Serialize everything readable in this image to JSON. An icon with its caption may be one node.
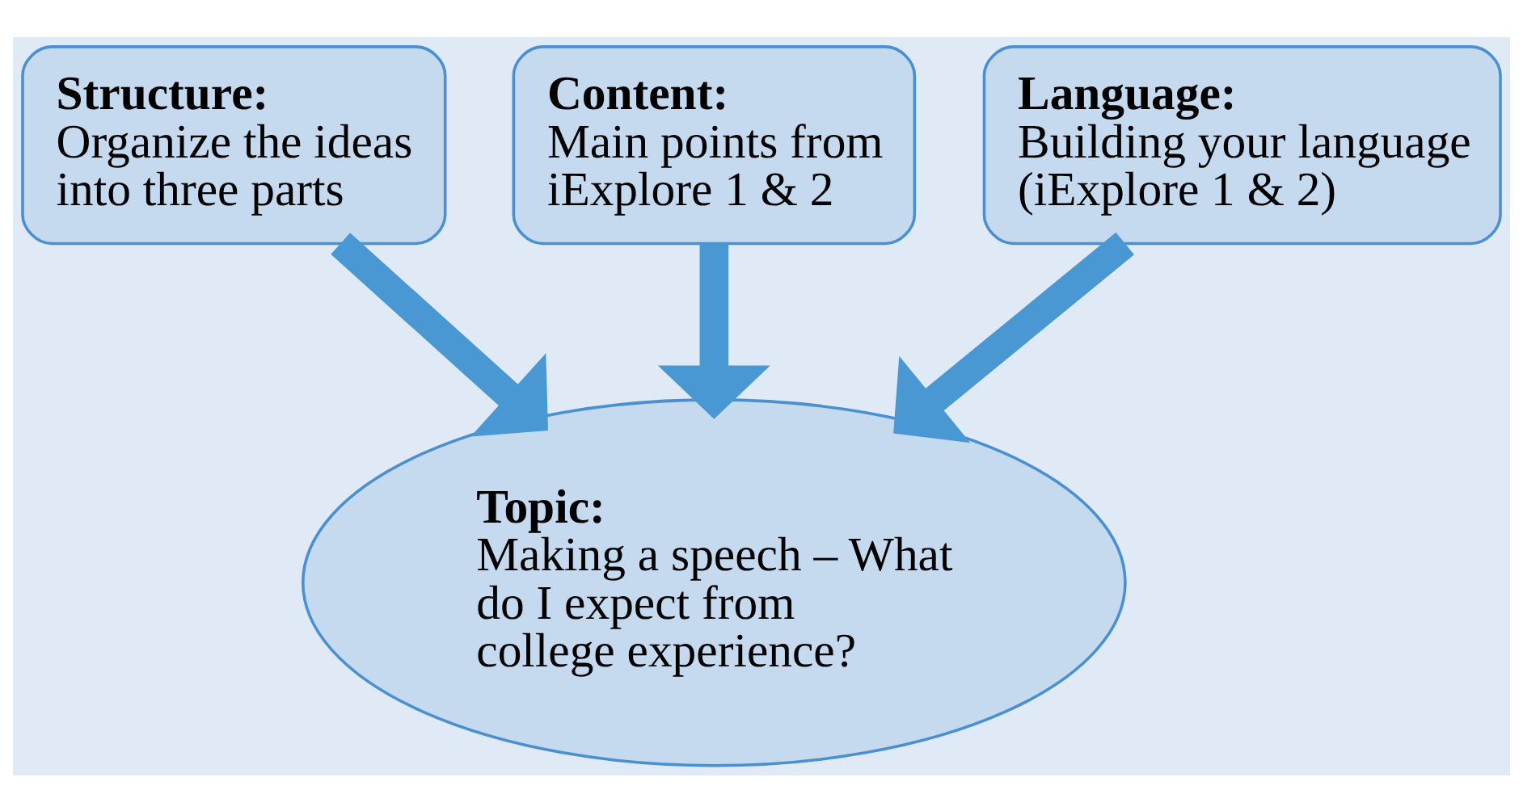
{
  "diagram": {
    "nodes": [
      {
        "text": [
          "Structure:",
          "Organize the ideas into three parts"
        ]
      },
      {
        "text": [
          "Content:",
          "Main points from iExplore 1 & 2"
        ]
      },
      {
        "text": [
          "Language:",
          "Building your language (iExplore 1 & 2)"
        ]
      },
      {
        "text": [
          "Topic:",
          "Making a speech – What do I expect from college experience?"
        ]
      }
    ],
    "edges": [
      {
        "from": 0,
        "to": 3,
        "arrow": "to"
      },
      {
        "from": 1,
        "to": 3,
        "arrow": "to"
      },
      {
        "from": 2,
        "to": 3,
        "arrow": "to"
      }
    ]
  }
}
